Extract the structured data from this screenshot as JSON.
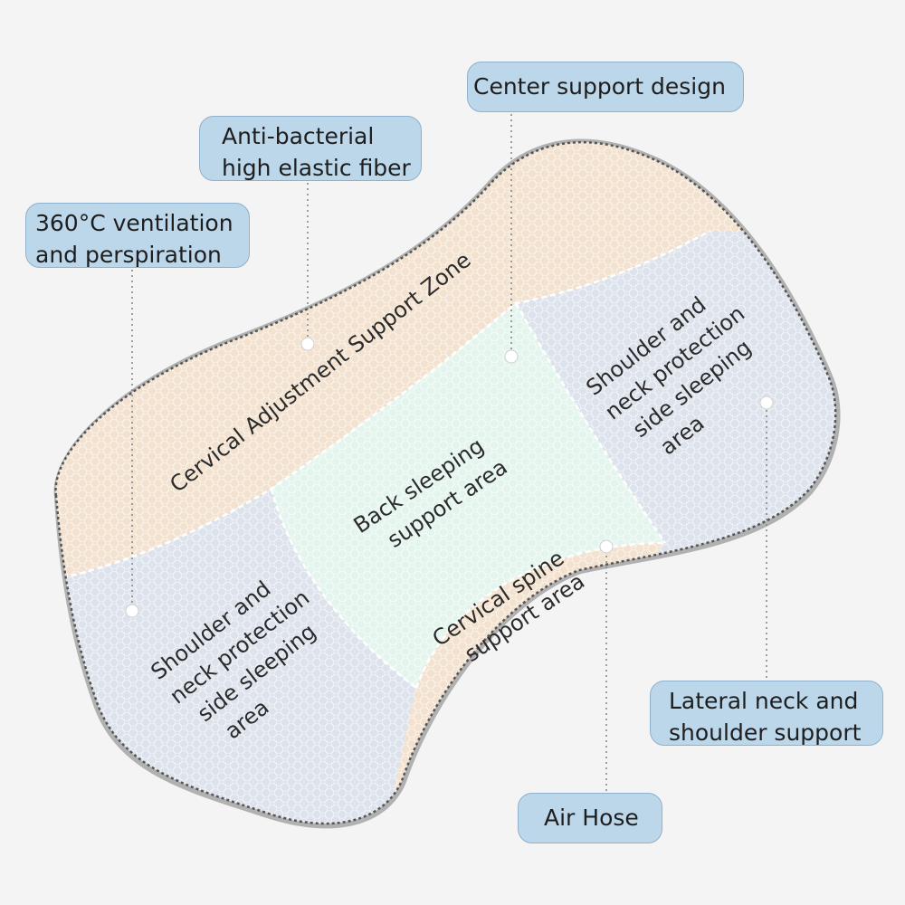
{
  "callouts": {
    "center_support": {
      "lines": [
        "Center support design"
      ]
    },
    "anti_bacterial": {
      "lines": [
        "Anti-bacterial",
        "high elastic fiber"
      ]
    },
    "ventilation": {
      "lines": [
        "360°C ventilation",
        "and perspiration"
      ]
    },
    "lateral_support": {
      "lines": [
        "Lateral neck and",
        "shoulder support"
      ]
    },
    "air_hose": {
      "lines": [
        "Air Hose"
      ]
    }
  },
  "zones": {
    "cervical_adjustment": {
      "lines": [
        "Cervical Adjustment Support Zone"
      ]
    },
    "back_sleeping": {
      "lines": [
        "Back sleeping",
        "support area"
      ]
    },
    "cervical_spine": {
      "lines": [
        "Cervical spine",
        "support area"
      ]
    },
    "shoulder_left": {
      "lines": [
        "Shoulder and",
        "neck protection",
        "side sleeping",
        "area"
      ]
    },
    "shoulder_right": {
      "lines": [
        "Shoulder and",
        "neck protection",
        "side sleeping",
        "area"
      ]
    }
  },
  "colors": {
    "callout_fill": "#bcd6ea",
    "callout_border": "#8fb1cc",
    "beige_zone": "#f3e2cf",
    "blue_gray_zone": "#dde3ec",
    "mint_zone": "#e4f5ee",
    "background": "#f4f4f4"
  }
}
